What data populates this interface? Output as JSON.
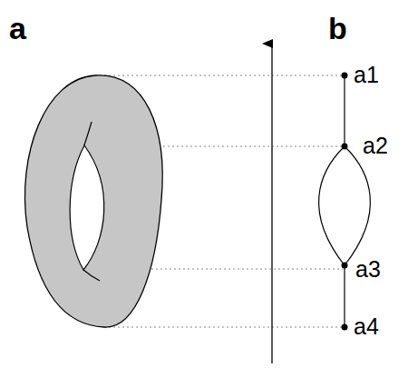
{
  "diagram": {
    "labels": [
      "a",
      "b",
      "a1",
      "a2",
      "a3",
      "a4"
    ]
  }
}
